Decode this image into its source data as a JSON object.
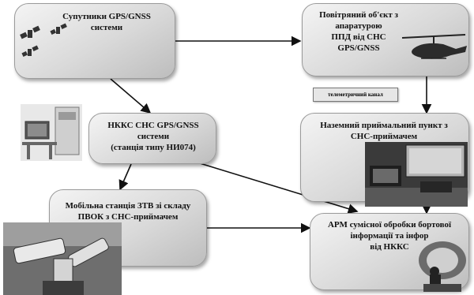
{
  "nodes": {
    "satellites": {
      "lines": [
        "Супутники GPS/GNSS",
        "системи"
      ]
    },
    "air_object": {
      "lines": [
        "Повітряний об'єкт з",
        "апаратурою",
        "ППД від СНС",
        "GPS/GNSS"
      ]
    },
    "nkks": {
      "lines": [
        "НККС СНС GPS/GNSS",
        "системи",
        "(станція типу  НИ074)"
      ]
    },
    "ground_station": {
      "lines": [
        "Наземний приймальний пункт з",
        "СНС-приймачем"
      ]
    },
    "mobile_station": {
      "lines": [
        "Мобільна станція ЗТВ зі складу",
        "ПВОК з СНС-приймачем"
      ]
    },
    "arm": {
      "lines": [
        "АРМ сумісної обробки бортової",
        "інформації та інфор",
        "від НККС"
      ]
    }
  },
  "telemetry_label": "телеметричний канал",
  "colors": {
    "box_light": "#f4f4f4",
    "box_dark": "#bdbdbd",
    "arrow": "#111111"
  }
}
